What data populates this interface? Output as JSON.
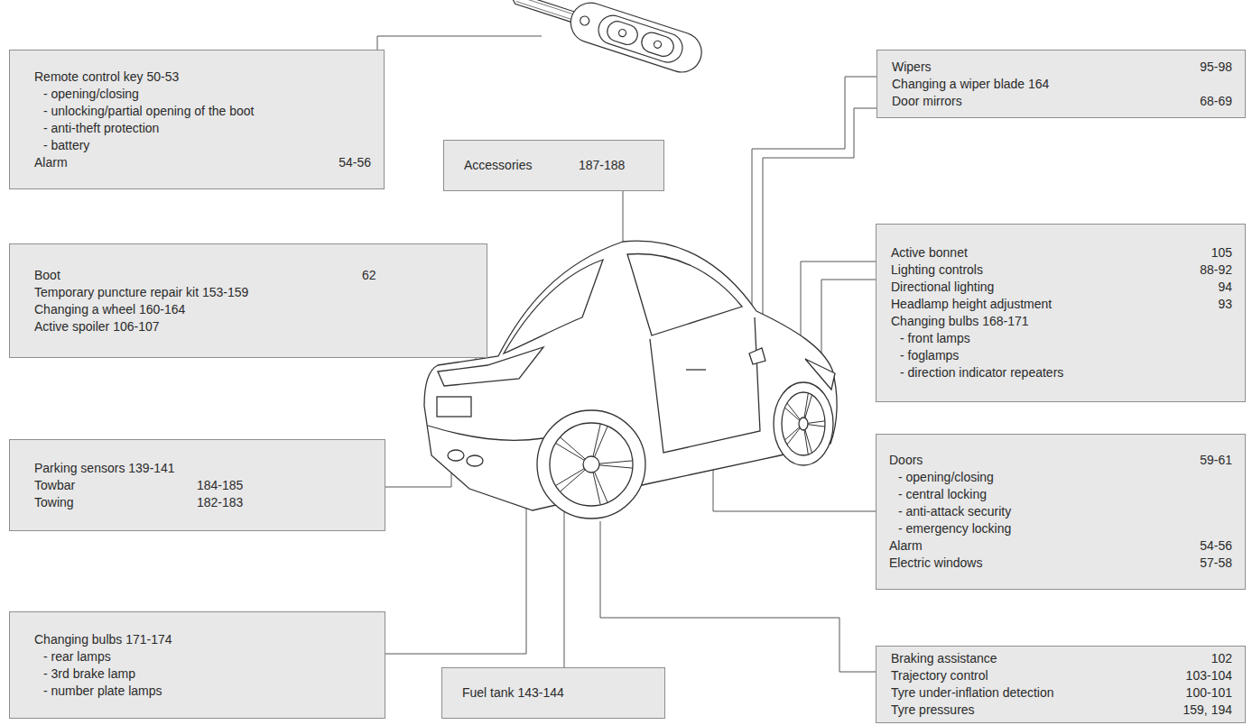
{
  "diagram": {
    "nodes": [
      {
        "text": [
          "Remote control key 50-53",
          "- opening/closing",
          "- unlocking/partial opening of the boot",
          "- anti-theft protection",
          "- battery",
          "Alarm",
          "54-56"
        ]
      },
      {
        "text": [
          "Accessories",
          "187-188"
        ]
      },
      {
        "text": [
          "Wipers",
          "95-98",
          "Changing a wiper blade 164",
          "Door mirrors",
          "68-69"
        ]
      },
      {
        "text": [
          "Boot",
          "62",
          "Temporary puncture repair kit 153-159",
          "Changing a wheel 160-164",
          "Active spoiler 106-107"
        ]
      },
      {
        "text": [
          "Active bonnet",
          "105",
          "Lighting controls",
          "88-92",
          "Directional lighting",
          "94",
          "Headlamp height adjustment",
          "93",
          "Changing bulbs 168-171",
          "- front lamps",
          "- foglamps",
          "- direction indicator repeaters"
        ]
      },
      {
        "text": [
          "Parking sensors 139-141",
          "Towbar",
          "184-185",
          "Towing",
          "182-183"
        ]
      },
      {
        "text": [
          "Doors",
          "59-61",
          "- opening/closing",
          "- central locking",
          "- anti-attack security",
          "- emergency locking",
          "Alarm",
          "54-56",
          "Electric windows",
          "57-58"
        ]
      },
      {
        "text": [
          "Changing bulbs 171-174",
          "- rear lamps",
          "- 3rd brake lamp",
          "- number plate lamps"
        ]
      },
      {
        "text": [
          "Fuel tank 143-144"
        ]
      },
      {
        "text": [
          "Braking assistance",
          "102",
          "Trajectory control",
          "103-104",
          "Tyre under-inflation detection",
          "100-101",
          "Tyre pressures",
          "159, 194"
        ]
      }
    ]
  }
}
